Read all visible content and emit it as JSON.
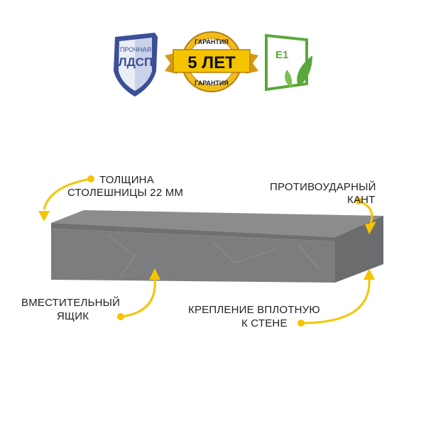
{
  "badges": {
    "chipboard": {
      "line1": "ПРОЧНАЯ",
      "line2": "ЛДСП"
    },
    "warranty": {
      "top": "ГАРАНТИЯ",
      "main": "5 ЛЕТ",
      "bottom": "ГАРАНТИЯ"
    },
    "eco": {
      "class": "E1"
    }
  },
  "callouts": {
    "thickness": {
      "line1": "ТОЛЩИНА",
      "line2": "СТОЛЕШНИЦЫ 22 ММ"
    },
    "edge": {
      "line1": "ПРОТИВОУДАРНЫЙ",
      "line2": "КАНТ"
    },
    "drawer": {
      "line1": "ВМЕСТИТЕЛЬНЫЙ",
      "line2": "ЯЩИК"
    },
    "mount": {
      "line1": "КРЕПЛЕНИЕ ВПЛОТНУЮ",
      "line2": "К СТЕНЕ"
    }
  },
  "colors": {
    "accent": "#f5c400",
    "shelf": "#7b7d7f",
    "shield": "#3b4f97",
    "eco": "#5aa83c"
  }
}
